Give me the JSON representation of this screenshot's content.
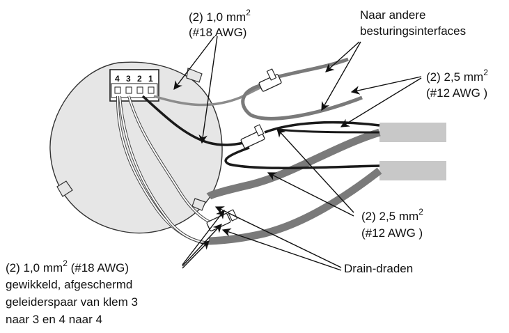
{
  "terminals": [
    "4",
    "3",
    "2",
    "1"
  ],
  "labels": {
    "top_mm": "(2) 1,0 mm",
    "top_sup": "2",
    "top_awg": "(#18 AWG)",
    "naar_line1": "Naar andere",
    "naar_line2": "besturingsinterfaces",
    "right_mm": "(2) 2,5 mm",
    "right_sup": "2",
    "right_awg": "(#12 AWG )",
    "mid_mm": "(2) 2,5 mm",
    "mid_sup": "2",
    "mid_awg": "(#12 AWG )",
    "drain": "Drain-draden",
    "bottom_mm": "(2) 1,0 mm",
    "bottom_sup": "2",
    "bottom_rest": " (#18 AWG)",
    "bottom_line2": "gewikkeld, afgeschermd",
    "bottom_line3": "geleiderspaar van klem 3",
    "bottom_line4": "naar 3 en 4 naar 4"
  },
  "colors": {
    "housing": "#e6e6e6",
    "cable_jacket": "#c8c8c8",
    "cable_gray": "#7a7a7a",
    "wire_dark": "#1a1a1a",
    "wire_gray": "#8c8c8c"
  }
}
